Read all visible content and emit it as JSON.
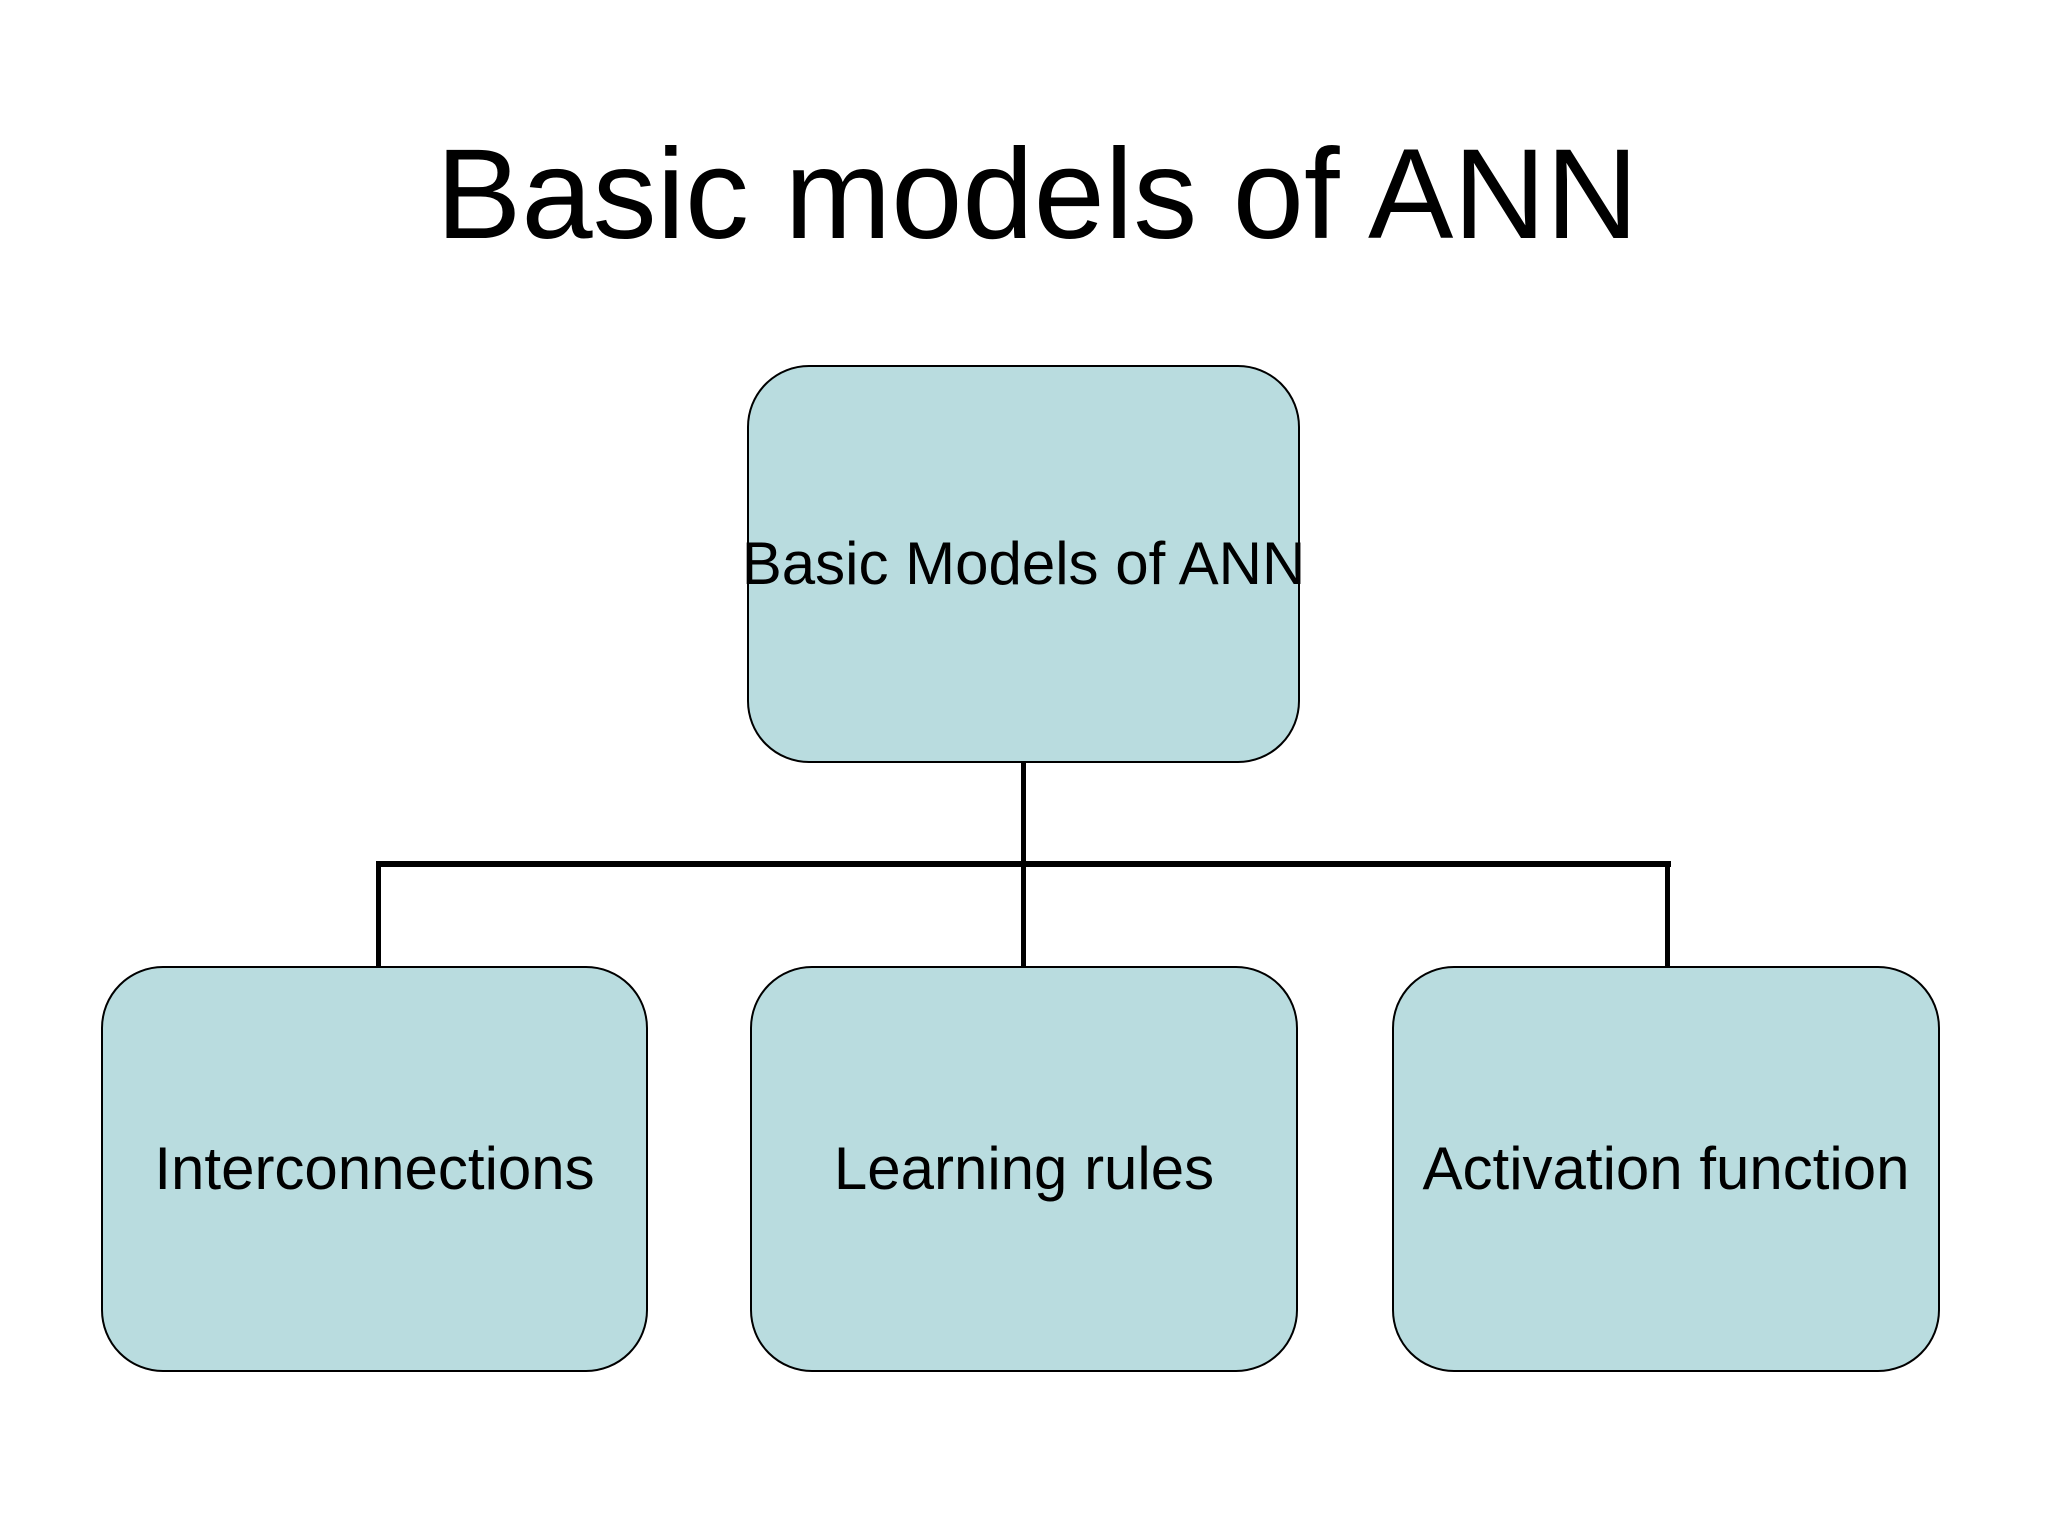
{
  "slide": {
    "title": "Basic models of ANN",
    "colors": {
      "background": "#ffffff",
      "text": "#000000",
      "node_fill": "#b9dcdf",
      "node_border": "#000000",
      "connector": "#000000"
    },
    "diagram": {
      "root": {
        "label": "Basic Models of ANN"
      },
      "children": [
        {
          "label": "Interconnections"
        },
        {
          "label": "Learning rules"
        },
        {
          "label": "Activation function"
        }
      ]
    }
  }
}
